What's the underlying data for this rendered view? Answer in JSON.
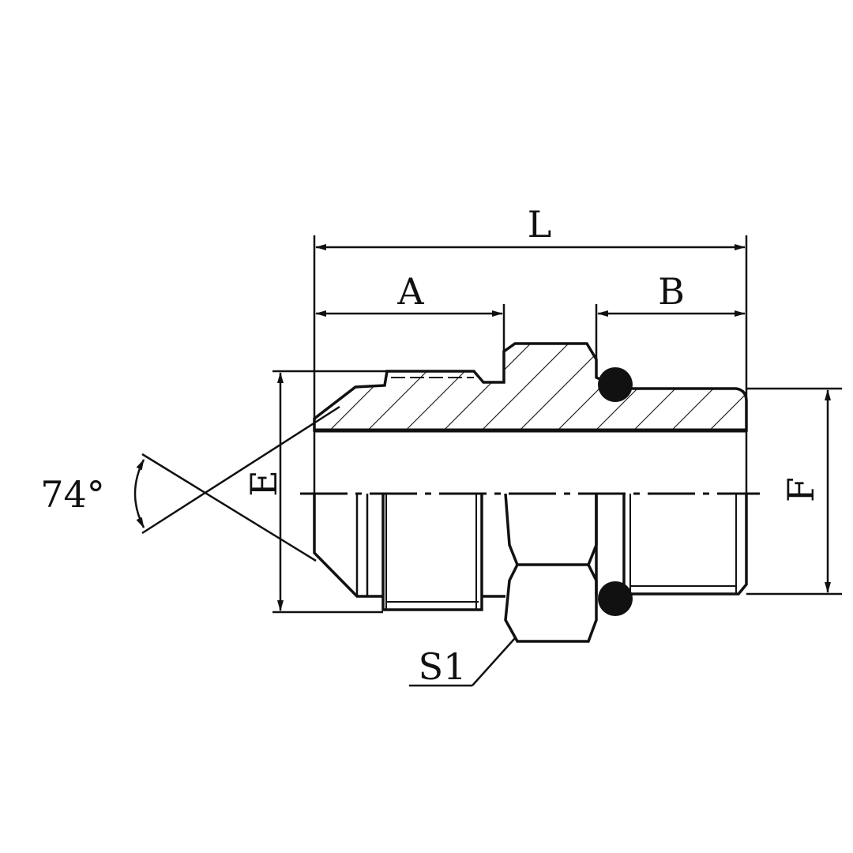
{
  "drawing": {
    "dimensions": {
      "overall_length": "L",
      "left_thread_length": "A",
      "right_thread_length": "B",
      "left_thread_diameter": "E",
      "right_thread_diameter": "F",
      "hex_size": "S1",
      "flare_angle": "74°"
    },
    "colors": {
      "ink": "#111111",
      "background": "#ffffff"
    }
  }
}
